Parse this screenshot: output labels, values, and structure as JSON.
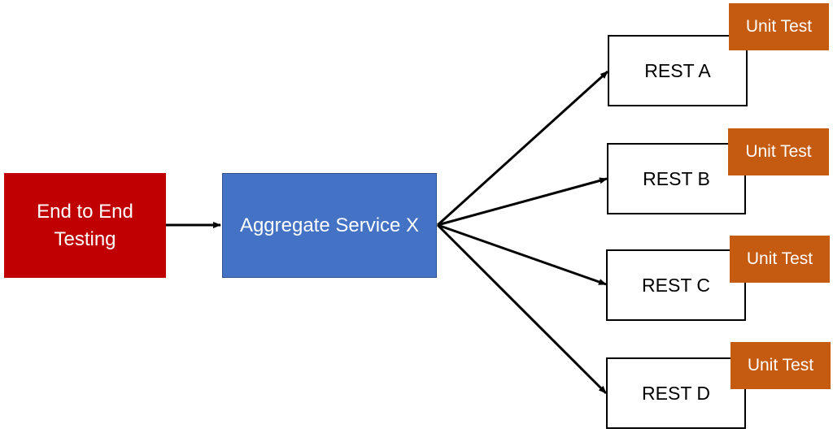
{
  "diagram": {
    "e2e": {
      "label_line1": "End to End",
      "label_line2": "Testing"
    },
    "aggregate": {
      "label": "Aggregate Service X"
    },
    "rest_a": {
      "label": "REST A",
      "unit_label": "Unit Test"
    },
    "rest_b": {
      "label": "REST B",
      "unit_label": "Unit Test"
    },
    "rest_c": {
      "label": "REST C",
      "unit_label": "Unit Test"
    },
    "rest_d": {
      "label": "REST D",
      "unit_label": "Unit Test"
    },
    "colors": {
      "e2e_fill": "#c00000",
      "aggregate_fill": "#4472c4",
      "unit_test_fill": "#c55a11",
      "rest_fill": "#ffffff",
      "arrow": "#000000"
    },
    "edges": [
      {
        "from": "End to End Testing",
        "to": "Aggregate Service X"
      },
      {
        "from": "Aggregate Service X",
        "to": "REST A"
      },
      {
        "from": "Aggregate Service X",
        "to": "REST B"
      },
      {
        "from": "Aggregate Service X",
        "to": "REST C"
      },
      {
        "from": "Aggregate Service X",
        "to": "REST D"
      }
    ]
  }
}
